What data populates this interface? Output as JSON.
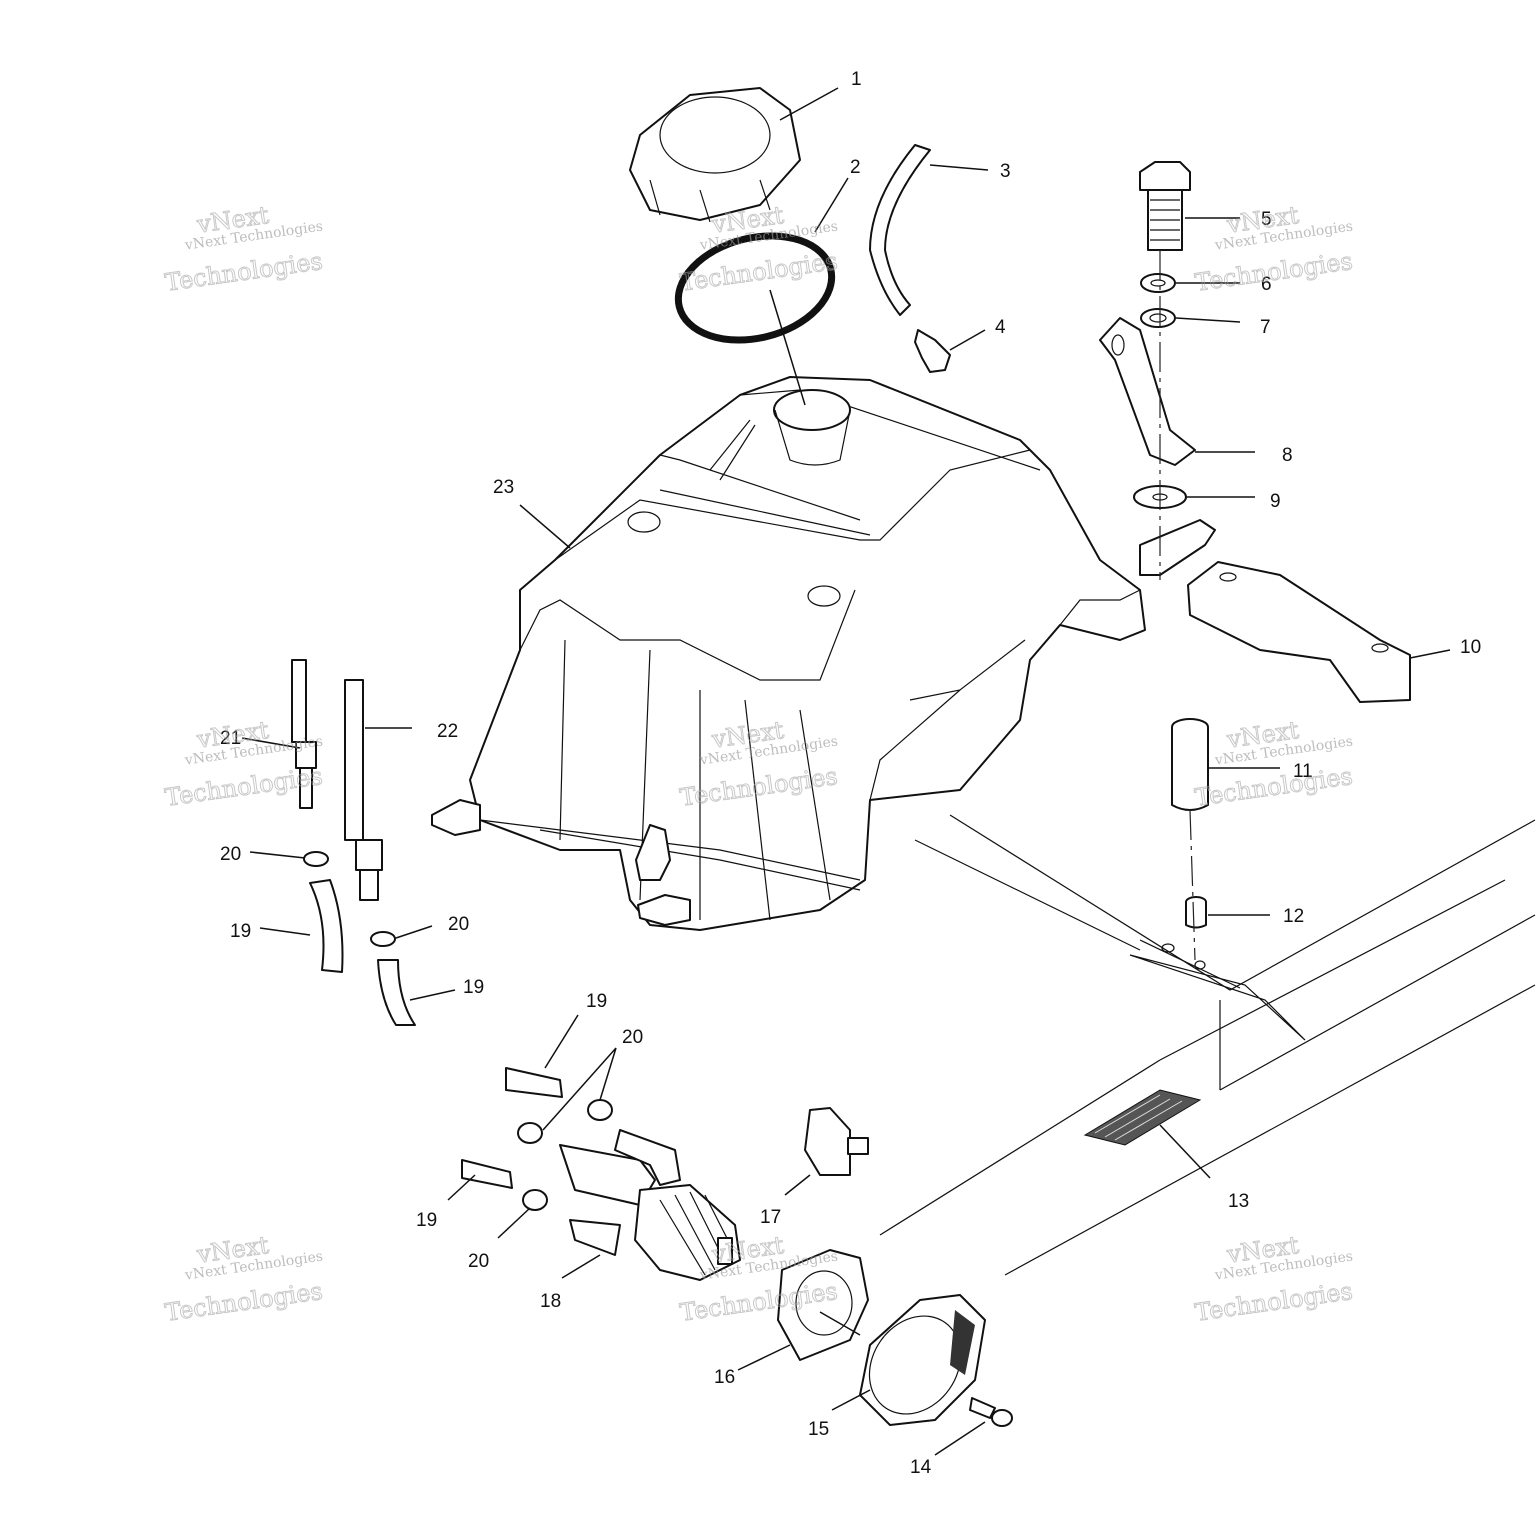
{
  "callouts": [
    {
      "id": "1",
      "text": "1"
    },
    {
      "id": "2",
      "text": "2"
    },
    {
      "id": "3",
      "text": "3"
    },
    {
      "id": "4",
      "text": "4"
    },
    {
      "id": "5",
      "text": "5"
    },
    {
      "id": "6",
      "text": "6"
    },
    {
      "id": "7",
      "text": "7"
    },
    {
      "id": "8",
      "text": "8"
    },
    {
      "id": "9",
      "text": "9"
    },
    {
      "id": "10",
      "text": "10"
    },
    {
      "id": "11",
      "text": "11"
    },
    {
      "id": "12",
      "text": "12"
    },
    {
      "id": "13",
      "text": "13"
    },
    {
      "id": "14",
      "text": "14"
    },
    {
      "id": "15",
      "text": "15"
    },
    {
      "id": "16",
      "text": "16"
    },
    {
      "id": "17",
      "text": "17"
    },
    {
      "id": "18",
      "text": "18"
    },
    {
      "id": "19a",
      "text": "19"
    },
    {
      "id": "19b",
      "text": "19"
    },
    {
      "id": "19c",
      "text": "19"
    },
    {
      "id": "19d",
      "text": "19"
    },
    {
      "id": "20a",
      "text": "20"
    },
    {
      "id": "20b",
      "text": "20"
    },
    {
      "id": "20c",
      "text": "20"
    },
    {
      "id": "20d",
      "text": "20"
    },
    {
      "id": "21",
      "text": "21"
    },
    {
      "id": "22",
      "text": "22"
    },
    {
      "id": "23",
      "text": "23"
    }
  ],
  "watermark": {
    "line_small": "vNext Technologies",
    "line_top": "vNext",
    "line_bottom": "Technologies"
  },
  "colors": {
    "ink": "#111111",
    "watermark": "#a0a0a0",
    "paper": "#ffffff"
  }
}
